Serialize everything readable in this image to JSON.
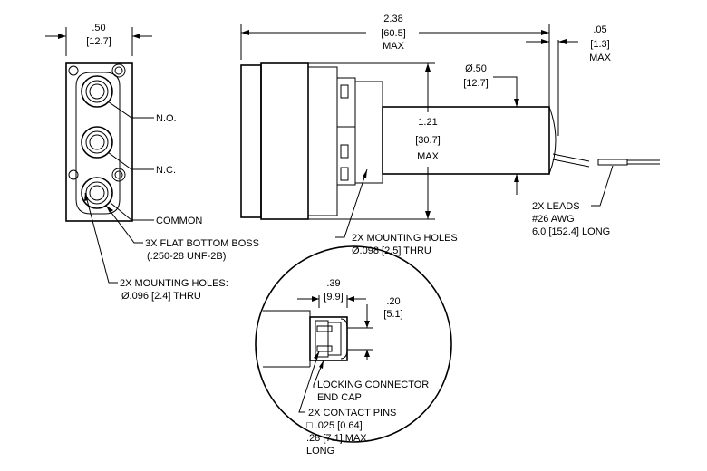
{
  "front_view": {
    "width_in": ".50",
    "width_mm": "[12.7]",
    "no_label": "N.O.",
    "nc_label": "N.C.",
    "common_label": "COMMON",
    "boss_note_line1": "3X FLAT BOTTOM BOSS",
    "boss_note_line2": "(.250-28 UNF-2B)",
    "holes_note_line1": "2X MOUNTING HOLES:",
    "holes_note_line2": "Ø.096 [2.4] THRU"
  },
  "side_view": {
    "length_in": "2.38",
    "length_mm": "[60.5]",
    "length_max": "MAX",
    "gap_in": ".05",
    "gap_mm": "[1.3]",
    "gap_max": "MAX",
    "dia_in": "Ø.50",
    "dia_mm": "[12.7]",
    "height_in": "1.21",
    "height_mm": "[30.7]",
    "height_max": "MAX",
    "holes_note_line1": "2X MOUNTING HOLES",
    "holes_note_line2": "Ø.098 [2.5] THRU",
    "leads_line1": "2X LEADS",
    "leads_line2": "#26 AWG",
    "leads_line3": "6.0 [152.4] LONG"
  },
  "detail_view": {
    "depth_in": ".39",
    "depth_mm": "[9.9]",
    "pin_in": ".20",
    "pin_mm": "[5.1]",
    "cap_line1": "LOCKING CONNECTOR",
    "cap_line2": "END CAP",
    "pins_line1": "2X CONTACT PINS",
    "pins_line2": "□ .025 [0.64]",
    "pins_line3": ".28 [7.1] MAX.",
    "pins_line4": "LONG"
  }
}
